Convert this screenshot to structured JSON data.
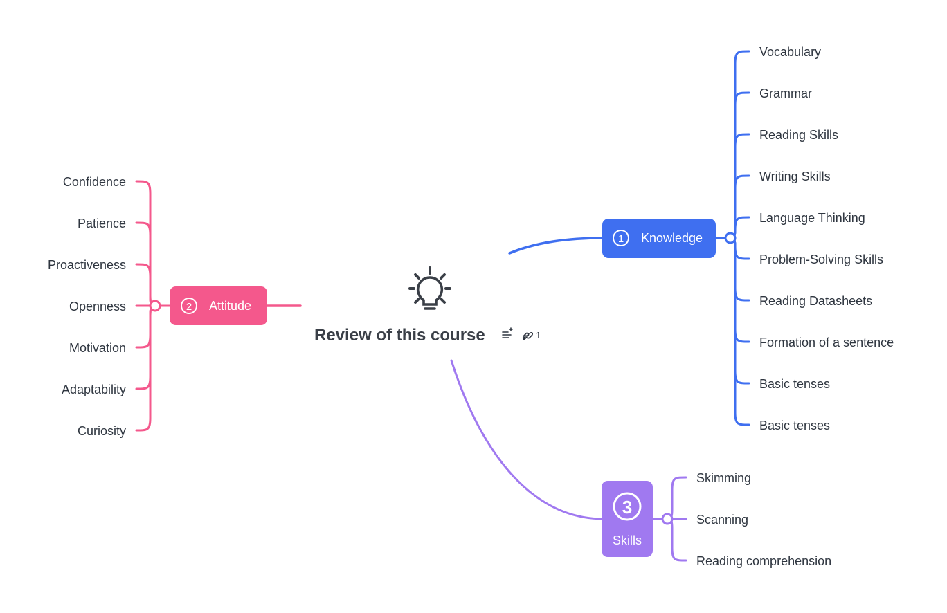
{
  "center": {
    "title": "Review of this course",
    "link_count": "1",
    "icon": "lightbulb-icon"
  },
  "branches": [
    {
      "id": "knowledge",
      "number": "1",
      "label": "Knowledge",
      "color": "#3f6ff0",
      "side": "right",
      "children": [
        "Vocabulary",
        "Grammar",
        "Reading Skills",
        "Writing Skills",
        "Language Thinking",
        "Problem-Solving Skills",
        "Reading Datasheets",
        "Formation of a sentence",
        "Basic tenses",
        "Basic tenses"
      ]
    },
    {
      "id": "attitude",
      "number": "2",
      "label": "Attitude",
      "color": "#f4588c",
      "side": "left",
      "children": [
        "Confidence",
        "Patience",
        "Proactiveness",
        "Openness",
        "Motivation",
        "Adaptability",
        "Curiosity"
      ]
    },
    {
      "id": "skills",
      "number": "3",
      "label": "Skills",
      "color": "#a079f0",
      "side": "right",
      "children": [
        "Skimming",
        "Scanning",
        "Reading comprehension"
      ]
    }
  ]
}
